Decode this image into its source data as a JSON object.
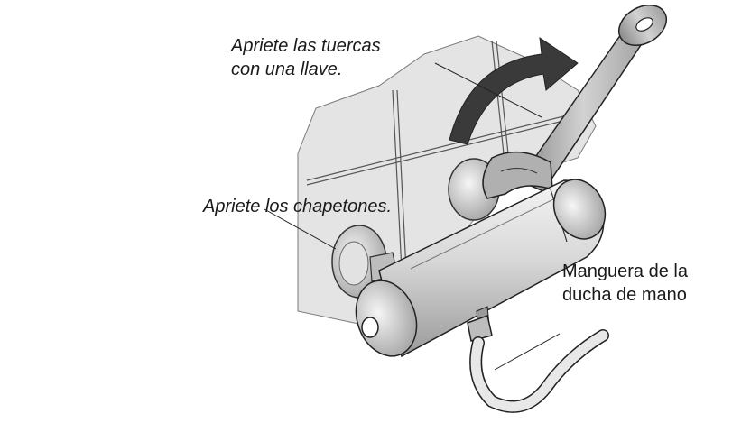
{
  "labels": {
    "tighten_nuts": [
      "Apriete las tuercas",
      "con una llave."
    ],
    "tighten_caps": "Apriete los chapetones.",
    "hand_shower_hose": [
      "Manguera de la",
      "ducha de mano"
    ]
  },
  "colors": {
    "wall": "#e4e4e4",
    "metal_light": "#f2f2f2",
    "metal_mid": "#c9c9c9",
    "metal_dark": "#8f8f8f",
    "wrench": "#b5b5b5",
    "arrow": "#3a3a3a",
    "outline": "#222222"
  },
  "icons": [
    "wrench-icon",
    "rotation-arrow-icon",
    "hose-icon"
  ]
}
